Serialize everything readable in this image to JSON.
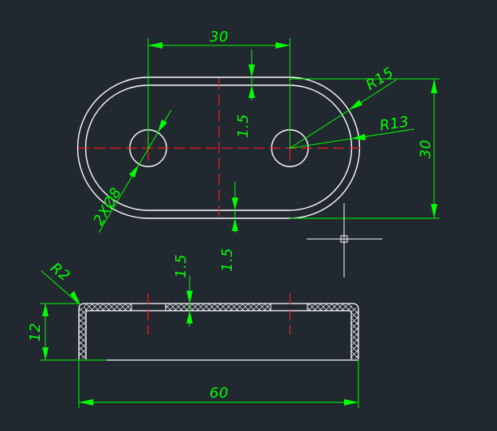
{
  "colors": {
    "background": "#212830",
    "geometry": "#ffffff",
    "dimension": "#00ff00",
    "centerline": "#ff1a1a",
    "hatch": "#ffffff"
  },
  "top_view": {
    "dims": {
      "slot_spacing": "30",
      "outer_radius": "R15",
      "inner_radius": "R13",
      "overall_height": "30",
      "hole_dia": "2XØ8",
      "wall_upper": "1.5",
      "wall_lower": "1.5"
    }
  },
  "section_view": {
    "dims": {
      "fillet": "R2",
      "height": "12",
      "thickness": "1.5",
      "overall_length": "60"
    }
  },
  "crosshair": {
    "icon": "cad-crosshair-cursor-icon"
  }
}
